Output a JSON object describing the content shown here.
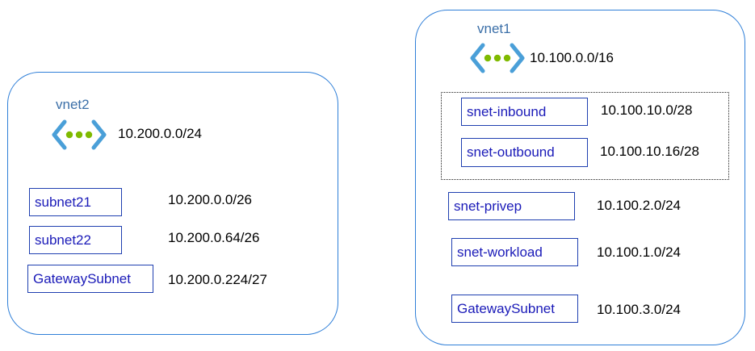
{
  "vnet2": {
    "name": "vnet2",
    "address_space": "10.200.0.0/24",
    "subnets": [
      {
        "name": "subnet21",
        "prefix": "10.200.0.0/26"
      },
      {
        "name": "subnet22",
        "prefix": "10.200.0.64/26"
      },
      {
        "name": "GatewaySubnet",
        "prefix": "10.200.0.224/27"
      }
    ]
  },
  "vnet1": {
    "name": "vnet1",
    "address_space": "10.100.0.0/16",
    "subnets": [
      {
        "name": "snet-inbound",
        "prefix": "10.100.10.0/28"
      },
      {
        "name": "snet-outbound",
        "prefix": "10.100.10.16/28"
      },
      {
        "name": "snet-privep",
        "prefix": "10.100.2.0/24"
      },
      {
        "name": "snet-workload",
        "prefix": "10.100.1.0/24"
      },
      {
        "name": "GatewaySubnet",
        "prefix": "10.100.3.0/24"
      }
    ]
  },
  "colors": {
    "vnet_border": "#2f7fd8",
    "vnet_label": "#3b6fa8",
    "subnet_border": "#1f3fb0",
    "subnet_text": "#1a1ab8",
    "icon_chevron": "#4a9fd8",
    "icon_dot": "#7fba00"
  },
  "icons": {
    "vnet": "virtual-network-icon"
  }
}
